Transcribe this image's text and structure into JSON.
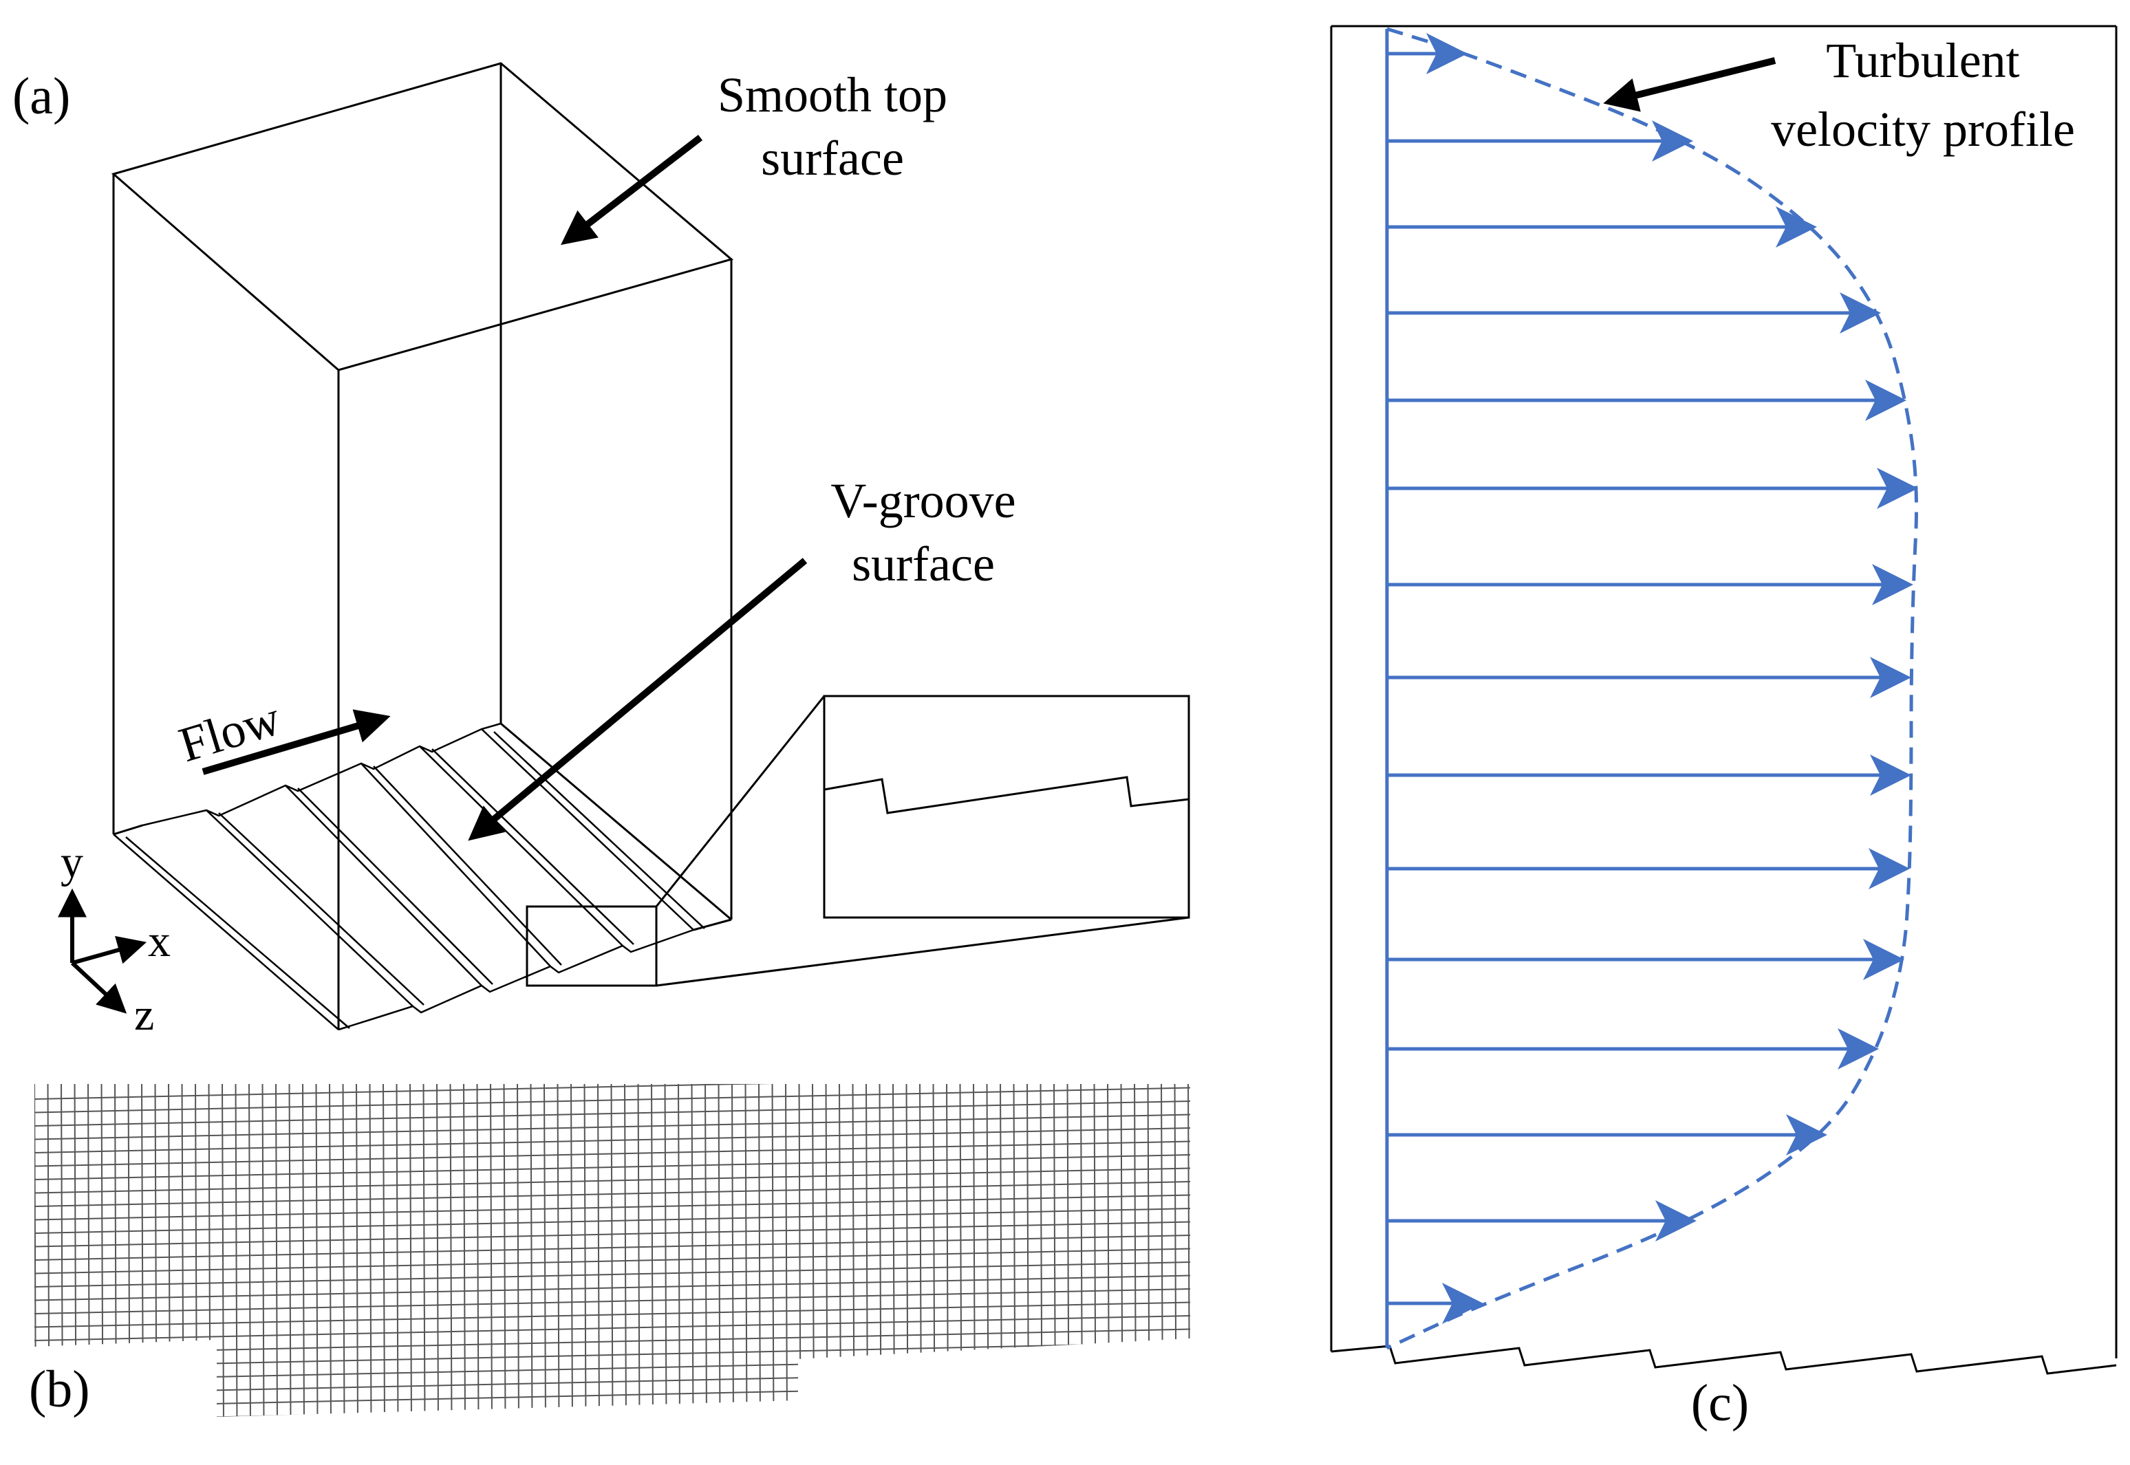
{
  "panel_a": {
    "label": "(a)",
    "top_surface": {
      "line1": "Smooth top",
      "line2": "surface"
    },
    "groove_surface": {
      "line1": "V-groove",
      "line2": "surface"
    },
    "flow": "Flow",
    "axes": {
      "y": "y",
      "x": "x",
      "z": "z"
    }
  },
  "panel_b": {
    "label": "(b)"
  },
  "panel_c": {
    "label": "(c)",
    "profile": {
      "line1": "Turbulent",
      "line2": "velocity profile"
    }
  },
  "colors": {
    "profile": "#4472c4",
    "outline": "#000000",
    "mesh": "#555555"
  }
}
